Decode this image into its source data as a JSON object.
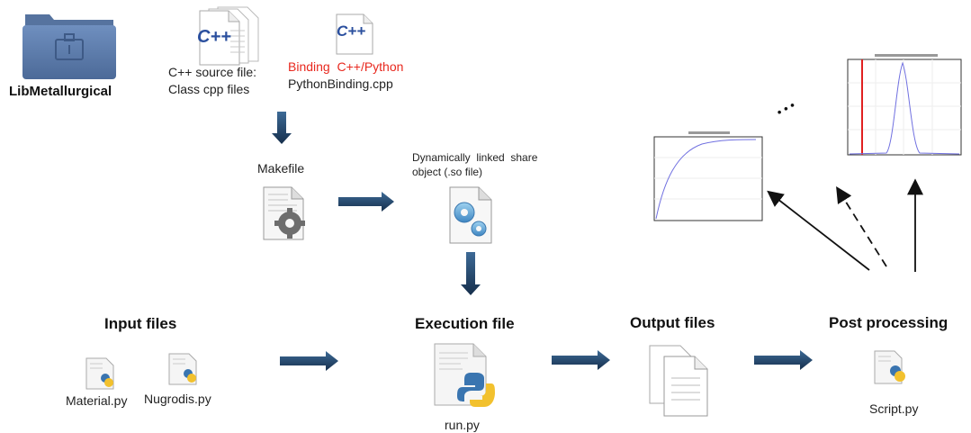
{
  "library": {
    "label": "LibMetallurgical"
  },
  "cpp_source": {
    "badge": "C++",
    "line1": "C++ source file:",
    "line2": "Class cpp files"
  },
  "binding": {
    "badge": "C++",
    "line1": "Binding  C++/Python",
    "line2": "PythonBinding.cpp",
    "accent": "#e8281e"
  },
  "makefile": {
    "label": "Makefile"
  },
  "shared_object": {
    "line1": "Dynamically  linked  share",
    "line2": "object (.so file)"
  },
  "stages": {
    "input": "Input files",
    "execution": "Execution file",
    "output": "Output files",
    "post": "Post processing"
  },
  "files": {
    "material": "Material.py",
    "nugrodis": "Nugrodis.py",
    "run": "run.py",
    "script": "Script.py"
  },
  "ellipsis": "• • •",
  "colors": {
    "arrow": "#1f3f63",
    "folder": "#5f7fae",
    "curve": "#7070e0",
    "marker": "#e02020"
  }
}
